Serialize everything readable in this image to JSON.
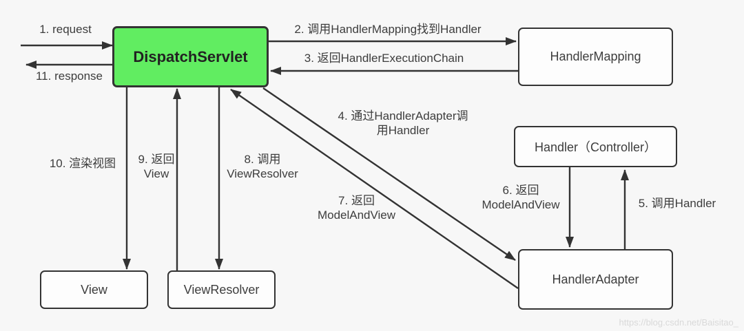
{
  "diagram": {
    "nodes": {
      "dispatch_servlet": "DispatchServlet",
      "handler_mapping": "HandlerMapping",
      "handler_controller": "Handler（Controller）",
      "handler_adapter": "HandlerAdapter",
      "view": "View",
      "view_resolver": "ViewResolver"
    },
    "edges": {
      "e1": [
        "1. request"
      ],
      "e2": [
        "2. 调用HandlerMapping找到Handler"
      ],
      "e3": [
        "3. 返回HandlerExecutionChain"
      ],
      "e4": [
        "4. 通过HandlerAdapter调",
        "用Handler"
      ],
      "e5": [
        "5. 调用Handler"
      ],
      "e6": [
        "6. 返回",
        "ModelAndView"
      ],
      "e7": [
        "7. 返回",
        "ModelAndView"
      ],
      "e8": [
        "8. 调用",
        "ViewResolver"
      ],
      "e9": [
        "9. 返回",
        "View"
      ],
      "e10": [
        "10. 渲染视图"
      ],
      "e11": [
        "11. response"
      ]
    },
    "watermark": "https://blog.csdn.net/Baisitao_",
    "colors": {
      "highlight": "#61ed61",
      "border": "#333333",
      "text": "#3d3d3d",
      "background": "#f7f7f7"
    }
  }
}
